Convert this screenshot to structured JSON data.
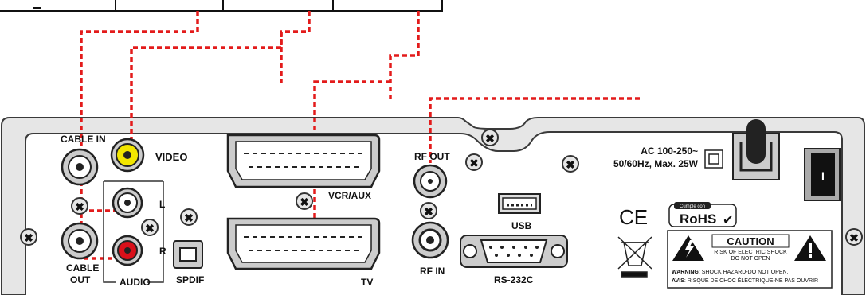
{
  "panel": {
    "cable_in": "CABLE IN",
    "video": "VIDEO",
    "cable_out_1": "CABLE",
    "cable_out_2": "OUT",
    "audio": "AUDIO",
    "audio_l": "L",
    "audio_r": "R",
    "spdif": "SPDIF",
    "vcr_aux": "VCR/AUX",
    "tv": "TV",
    "rf_out": "RF OUT",
    "rf_in": "RF IN",
    "usb": "USB",
    "rs232c": "RS-232C",
    "power_line1": "AC 100-250~",
    "power_line2": "50/60Hz, Max. 25W",
    "power_switch": "I",
    "ce_mark": "CE",
    "rohs_top": "Cumple con",
    "rohs_main": "RoHS",
    "caution_title": "CAUTION",
    "caution_sub1": "RISK OF ELECTRIC SHOCK",
    "caution_sub2": "DO NOT OPEN",
    "warning_label": "WARNING",
    "warning_text": ": SHOCK HAZARD-DO NOT OPEN.",
    "avis_label": "AVIS",
    "avis_text": ": RISQUE DE CHOC ÉLECTRIQUE-NE PAS OUVRIR"
  },
  "colors": {
    "wire": "#e31b1b",
    "panel_fill": "#e6e6e6",
    "panel_stroke": "#3a3a3a",
    "video_jack": "#f2e600",
    "audio_r_jack": "#d9101a"
  }
}
